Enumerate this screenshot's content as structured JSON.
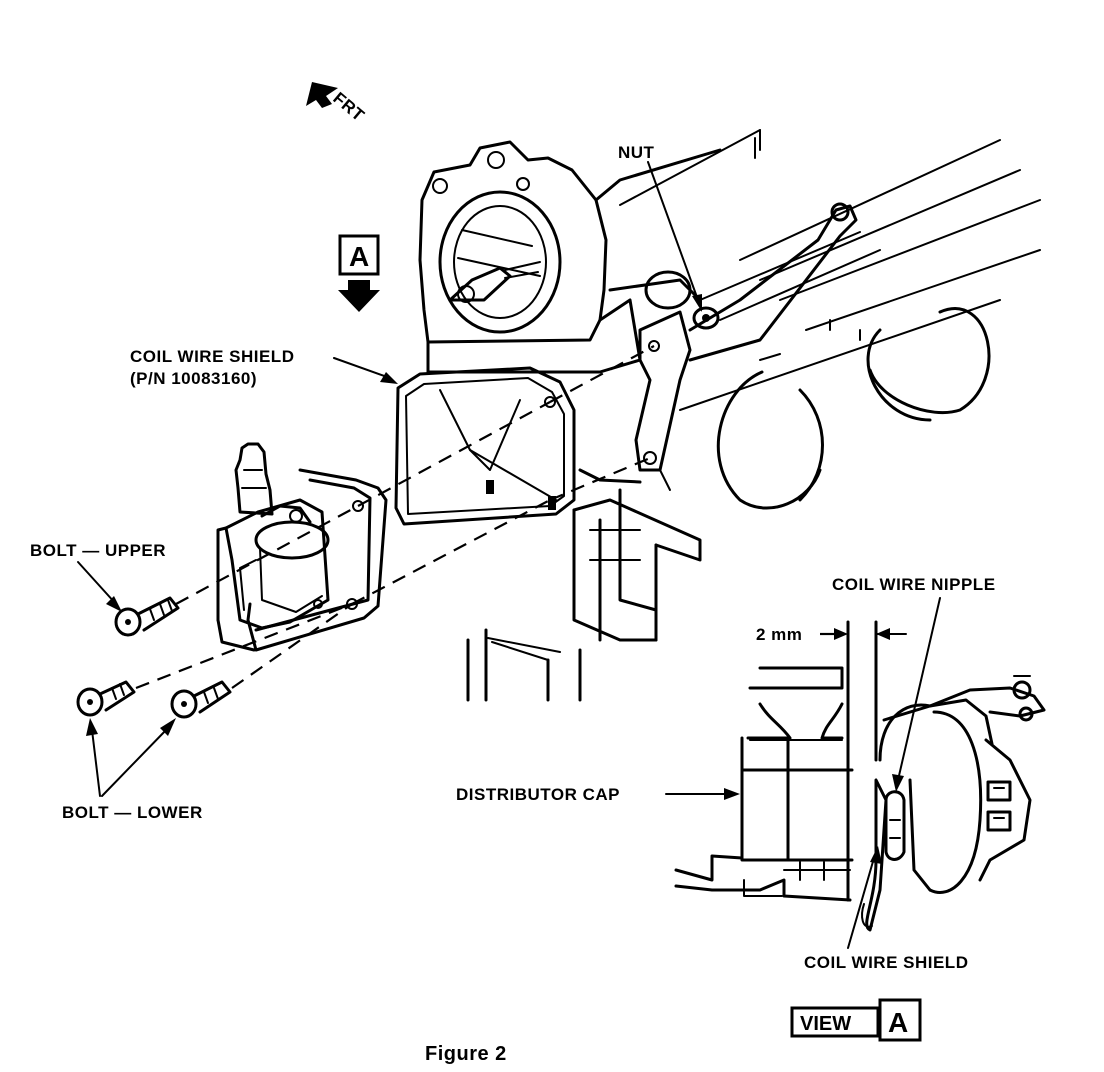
{
  "labels": {
    "front": "FRT",
    "view_marker": "A",
    "coil_wire_shield_line1": "COIL WIRE SHIELD",
    "coil_wire_shield_line2": "(P/N 10083160)",
    "nut": "NUT",
    "bolt_upper": "BOLT — UPPER",
    "bolt_lower": "BOLT — LOWER",
    "coil_wire_nipple": "COIL WIRE NIPPLE",
    "dimension": "2 mm",
    "distributor_cap": "DISTRIBUTOR CAP",
    "coil_wire_shield_view": "COIL WIRE SHIELD",
    "view_word": "VIEW",
    "view_letter": "A",
    "caption": "Figure 2"
  }
}
